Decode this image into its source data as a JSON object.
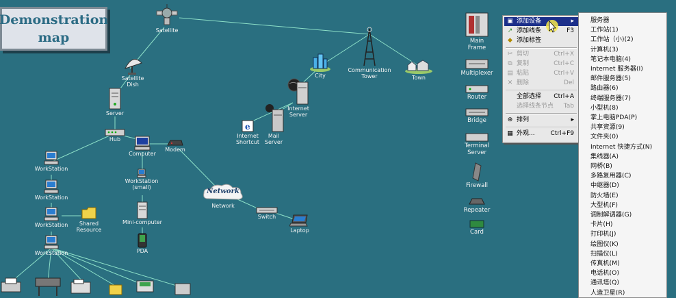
{
  "title": "Demonstration\nmap",
  "nodes": {
    "satellite": "Satellite",
    "satellite_dish": "Satellite\nDish",
    "server": "Server",
    "hub": "Hub",
    "computer": "Computer",
    "modem": "Modem",
    "ws1": "WorkStation",
    "ws2": "WorkStation",
    "ws3": "WorkStation",
    "ws4": "WorkStation",
    "ws_small": "WorkStation\n(small)",
    "shared_resource": "Shared\nResource",
    "mini_computer": "Mini-computer",
    "pda": "PDA",
    "network_cloud": "Network",
    "network": "Network",
    "switch": "Switch",
    "laptop": "Laptop",
    "city": "City",
    "comm_tower": "Communication\nTower",
    "town": "Town",
    "internet_server": "Internet\nServer",
    "internet_shortcut": "Internet\nShortcut",
    "mail_server": "Mail\nServer"
  },
  "palette": [
    {
      "key": "mainframe",
      "label": "Main\nFrame"
    },
    {
      "key": "multiplexer",
      "label": "Multiplexer"
    },
    {
      "key": "router",
      "label": "Router"
    },
    {
      "key": "bridge",
      "label": "Bridge"
    },
    {
      "key": "terminal_server",
      "label": "Terminal\nServer"
    },
    {
      "key": "firewall",
      "label": "Firewall"
    },
    {
      "key": "repeater",
      "label": "Repeater"
    },
    {
      "key": "card",
      "label": "Card"
    }
  ],
  "context_menu": {
    "add_device": "添加设备",
    "add_line": "添加线条",
    "add_line_shortcut": "F3",
    "add_label": "添加标签",
    "cut": "剪切",
    "cut_shortcut": "Ctrl+X",
    "copy": "复制",
    "copy_shortcut": "Ctrl+C",
    "paste": "粘贴",
    "paste_shortcut": "Ctrl+V",
    "delete": "删除",
    "delete_shortcut": "Del",
    "select_all": "全部选择",
    "select_all_shortcut": "Ctrl+A",
    "select_line_node": "选择线条节点",
    "select_line_node_shortcut": "Tab",
    "arrange": "排列",
    "appearance": "外观...",
    "appearance_shortcut": "Ctrl+F9"
  },
  "submenu": [
    "服务器",
    "工作站(1)",
    "工作站（小)(2)",
    "计算机(3)",
    "笔记本电脑(4)",
    "Internet 服务器(I)",
    "邮件服务器(5)",
    "路由器(6)",
    "终端服务器(7)",
    "小型机(8)",
    "掌上电脑PDA(P)",
    "共享资源(9)",
    "文件夹(0)",
    "Internet 快捷方式(N)",
    "集线器(A)",
    "网桥(B)",
    "多路复用器(C)",
    "中继器(D)",
    "防火墙(E)",
    "大型机(F)",
    "调制解调器(G)",
    "卡片(H)",
    "打印机(J)",
    "绘图仪(K)",
    "扫描仪(L)",
    "传真机(M)",
    "电话机(O)",
    "通讯塔(Q)",
    "人造卫星(R)"
  ],
  "colors": {
    "background": "#2a6f80",
    "link": "#8de0c8",
    "menu_highlight": "#1c2f8a"
  }
}
